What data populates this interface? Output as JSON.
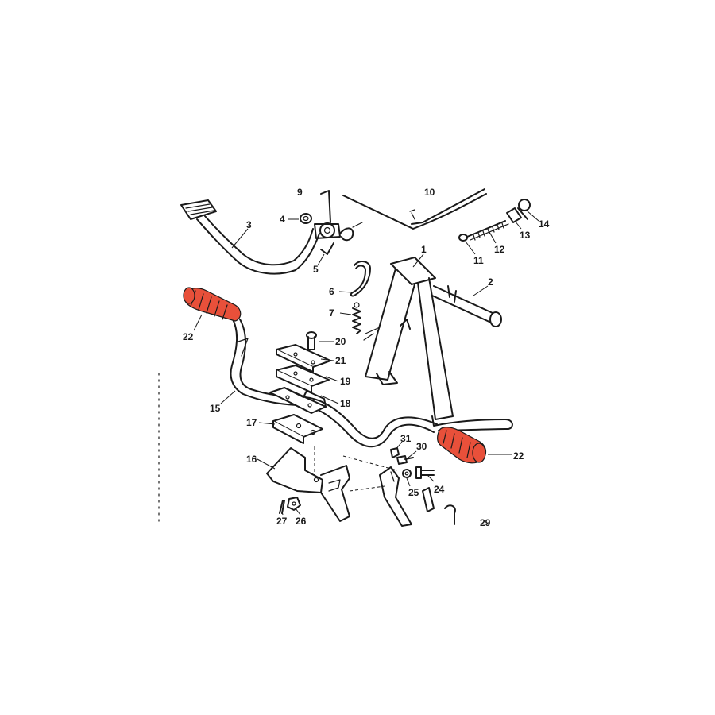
{
  "diagram": {
    "highlight_color": "#e8503a",
    "ink_color": "#1a1a1a",
    "part_numbers": [
      "1",
      "2",
      "3",
      "4",
      "5",
      "6",
      "7",
      "9",
      "10",
      "11",
      "12",
      "13",
      "14",
      "15",
      "16",
      "17",
      "18",
      "19",
      "20",
      "21",
      "22",
      "22",
      "24",
      "25",
      "26",
      "27",
      "30",
      "31",
      "29"
    ]
  }
}
